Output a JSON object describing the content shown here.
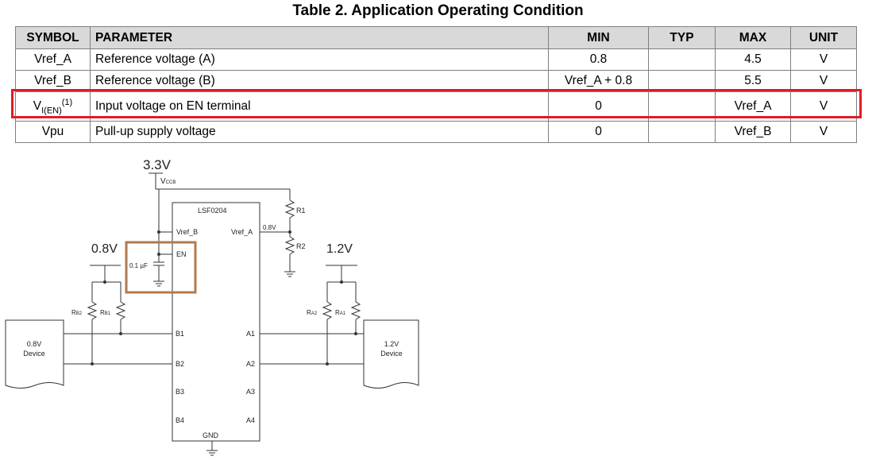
{
  "table": {
    "title": "Table 2. Application Operating Condition",
    "headers": {
      "symbol": "SYMBOL",
      "parameter": "PARAMETER",
      "min": "MIN",
      "typ": "TYP",
      "max": "MAX",
      "unit": "UNIT"
    },
    "rows": [
      {
        "symbol": "Vref_A",
        "parameter": "Reference voltage (A)",
        "min": "0.8",
        "typ": "",
        "max": "4.5",
        "unit": "V"
      },
      {
        "symbol": "Vref_B",
        "parameter": "Reference voltage (B)",
        "min": "Vref_A + 0.8",
        "typ": "",
        "max": "5.5",
        "unit": "V"
      },
      {
        "symbol_main": "V",
        "symbol_sub": "I(EN)",
        "symbol_sup": "(1)",
        "parameter": "Input voltage on EN terminal",
        "min": "0",
        "typ": "",
        "max": "Vref_A",
        "unit": "V"
      },
      {
        "symbol": "Vpu",
        "parameter": "Pull-up supply voltage",
        "min": "0",
        "typ": "",
        "max": "Vref_B",
        "unit": "V"
      }
    ],
    "highlight_color": "#e01b24"
  },
  "schematic": {
    "supply_3v3": "3.3V",
    "vccb_main": "V",
    "vccb_sub": "CCB",
    "chip_name": "LSF0204",
    "pin_vref_b": "Vref_B",
    "pin_vref_a": "Vref_A",
    "pin_en": "EN",
    "vref_a_level": "0.8V",
    "r1": "R1",
    "r2": "R2",
    "supply_0v8": "0.8V",
    "supply_1v2": "1.2V",
    "cap": "0.1 µF",
    "rb2_main": "R",
    "rb2_sub": "B2",
    "rb1_main": "R",
    "rb1_sub": "B1",
    "ra2_main": "R",
    "ra2_sub": "A2",
    "ra1_main": "R",
    "ra1_sub": "A1",
    "pin_b1": "B1",
    "pin_b2": "B2",
    "pin_b3": "B3",
    "pin_b4": "B4",
    "pin_a1": "A1",
    "pin_a2": "A2",
    "pin_a3": "A3",
    "pin_a4": "A4",
    "pin_gnd": "GND",
    "left_device_line1": "0.8V",
    "left_device_line2": "Device",
    "right_device_line1": "1.2V",
    "right_device_line2": "Device",
    "en_box_color": "#b07a4f"
  }
}
